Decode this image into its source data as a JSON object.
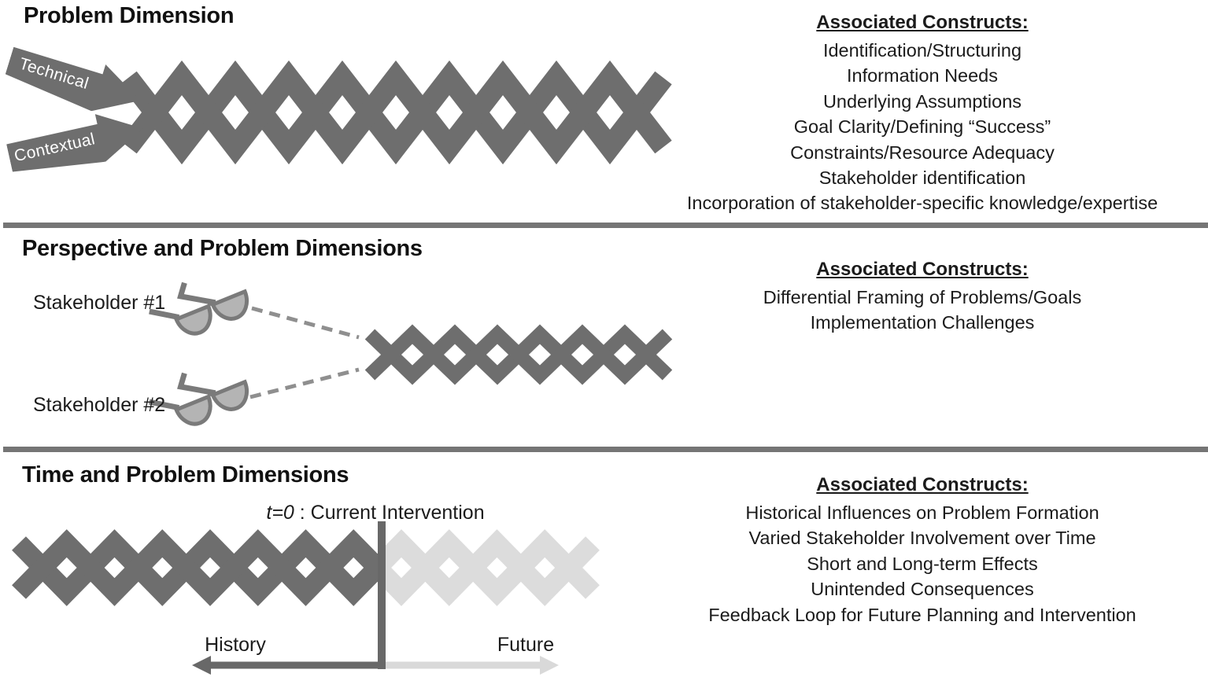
{
  "sections": [
    {
      "title": "Problem Dimension",
      "arrow_technical_label": "Technical",
      "arrow_contextual_label": "Contextual",
      "constructs_title": "Associated Constructs:",
      "constructs": [
        "Identification/Structuring",
        "Information Needs",
        "Underlying Assumptions",
        "Goal Clarity/Defining “Success”",
        "Constraints/Resource Adequacy",
        "Stakeholder identification",
        "Incorporation of stakeholder-specific knowledge/expertise"
      ]
    },
    {
      "title": "Perspective and Problem Dimensions",
      "stakeholder1_label": "Stakeholder #1",
      "stakeholder2_label": "Stakeholder #2",
      "constructs_title": "Associated Constructs:",
      "constructs": [
        "Differential Framing of Problems/Goals",
        "Implementation Challenges"
      ]
    },
    {
      "title": "Time and Problem Dimensions",
      "t0_italic": "t=0",
      "t0_rest": " : Current Intervention",
      "history_label": "History",
      "future_label": "Future",
      "constructs_title": "Associated Constructs:",
      "constructs": [
        "Historical Influences on Problem Formation",
        "Varied Stakeholder Involvement over Time",
        "Short and Long-term Effects",
        "Unintended Consequences",
        "Feedback Loop for Future Planning and Intervention"
      ]
    }
  ],
  "colors": {
    "braid_dark": "#6e6e6e",
    "braid_light": "#dcdcdc",
    "divider": "#757575",
    "dash": "#8f8f8f",
    "glasses_rim": "#7a7a7a",
    "glasses_lens": "#b4b4b4",
    "timeline_dark": "#686868",
    "timeline_light": "#d9d9d9",
    "arrow_fill": "#6e6e6e",
    "arrow_text": "#ffffff",
    "text": "#1b1b1b"
  }
}
